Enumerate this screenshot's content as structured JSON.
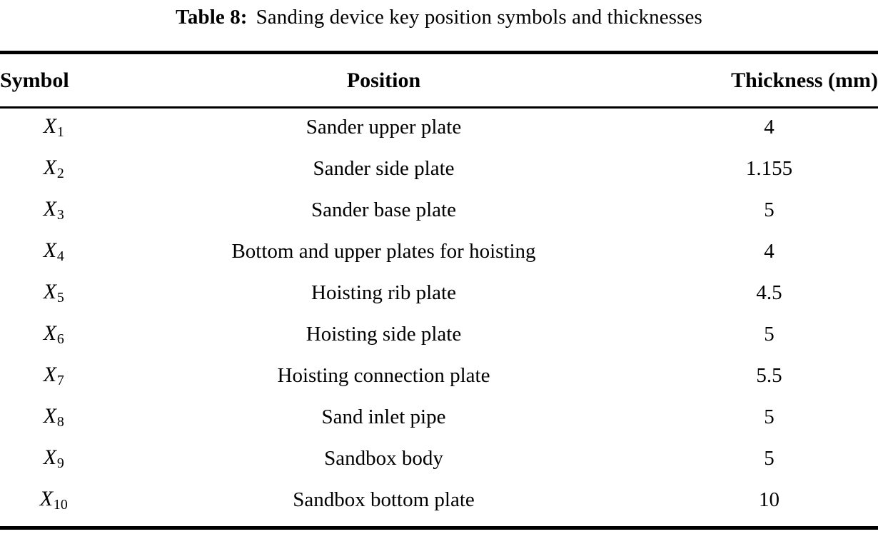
{
  "caption": {
    "label": "Table 8:",
    "text": "Sanding device key position symbols and thicknesses"
  },
  "table": {
    "headers": {
      "symbol": "Symbol",
      "position": "Position",
      "thickness": "Thickness (mm)"
    },
    "rows": [
      {
        "symbol_base": "X",
        "symbol_sub": "1",
        "symbol": "X1",
        "position": "Sander upper plate",
        "thickness": "4"
      },
      {
        "symbol_base": "X",
        "symbol_sub": "2",
        "symbol": "X2",
        "position": "Sander side plate",
        "thickness": "1.155"
      },
      {
        "symbol_base": "X",
        "symbol_sub": "3",
        "symbol": "X3",
        "position": "Sander base plate",
        "thickness": "5"
      },
      {
        "symbol_base": "X",
        "symbol_sub": "4",
        "symbol": "X4",
        "position": "Bottom and upper plates for hoisting",
        "thickness": "4"
      },
      {
        "symbol_base": "X",
        "symbol_sub": "5",
        "symbol": "X5",
        "position": "Hoisting rib plate",
        "thickness": "4.5"
      },
      {
        "symbol_base": "X",
        "symbol_sub": "6",
        "symbol": "X6",
        "position": "Hoisting side plate",
        "thickness": "5"
      },
      {
        "symbol_base": "X",
        "symbol_sub": "7",
        "symbol": "X7",
        "position": "Hoisting connection plate",
        "thickness": "5.5"
      },
      {
        "symbol_base": "X",
        "symbol_sub": "8",
        "symbol": "X8",
        "position": "Sand inlet pipe",
        "thickness": "5"
      },
      {
        "symbol_base": "X",
        "symbol_sub": "9",
        "symbol": "X9",
        "position": "Sandbox body",
        "thickness": "5"
      },
      {
        "symbol_base": "X",
        "symbol_sub": "10",
        "symbol": "X10",
        "position": "Sandbox bottom plate",
        "thickness": "10"
      }
    ]
  },
  "colors": {
    "text": "#000000",
    "background": "#ffffff",
    "rule": "#000000"
  }
}
